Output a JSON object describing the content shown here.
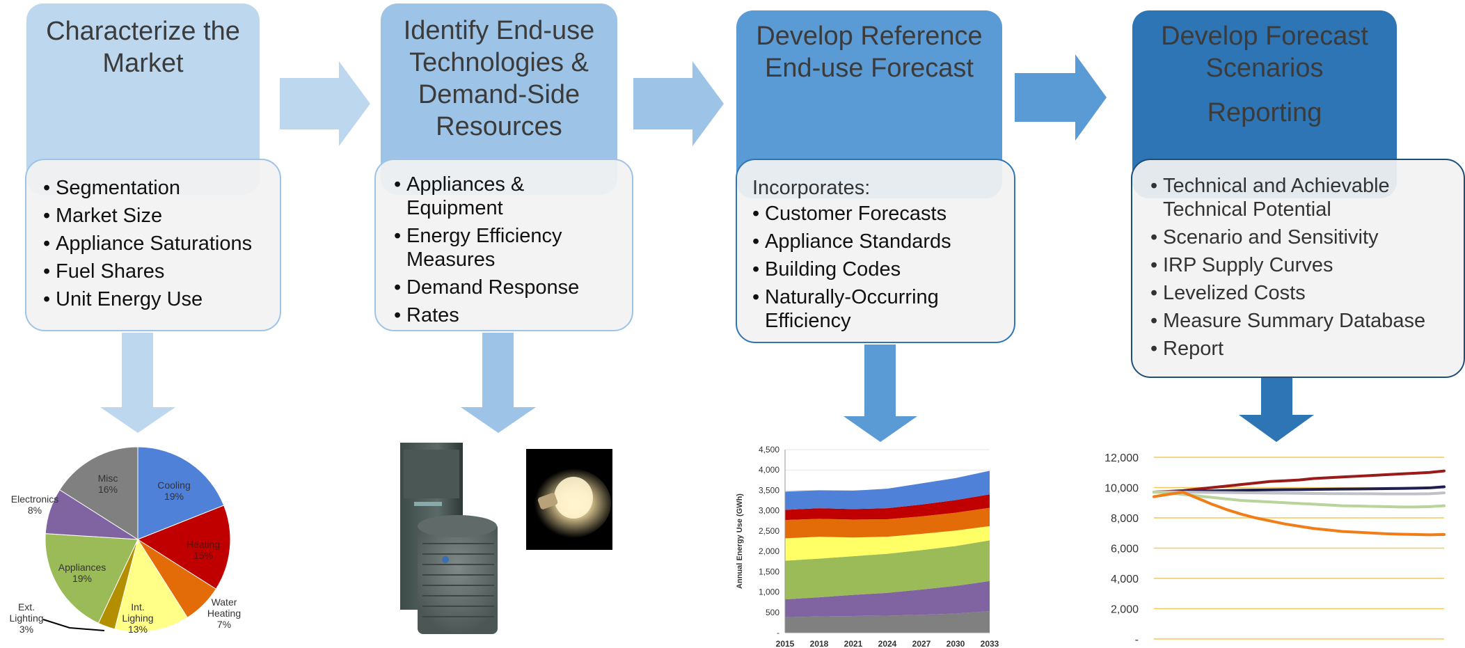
{
  "colors": {
    "stage1": "#bdd7ee",
    "stage2": "#9dc3e6",
    "stage3": "#5b9bd5",
    "stage4": "#2e75b6",
    "card_bg": "#f2f2f2"
  },
  "steps": [
    {
      "title_lines": [
        "Characterize the",
        "Market"
      ],
      "items": [
        "Segmentation",
        "Market Size",
        "Appliance Saturations",
        "Fuel Shares",
        "Unit Energy Use"
      ]
    },
    {
      "title_lines": [
        "Identify End-use",
        "Technologies &",
        "Demand-Side",
        "Resources"
      ],
      "items": [
        "Appliances & Equipment",
        "Energy Efficiency Measures",
        "Demand Response",
        "Rates"
      ]
    },
    {
      "title_lines": [
        "Develop Reference",
        "End-use Forecast"
      ],
      "intro": "Incorporates:",
      "items": [
        "Customer Forecasts",
        "Appliance Standards",
        "Building Codes",
        "Naturally-Occurring Efficiency"
      ]
    },
    {
      "title_lines": [
        "Develop Forecast",
        "Scenarios",
        "Reporting"
      ],
      "items": [
        "Technical and Achievable Technical Potential",
        "Scenario and Sensitivity",
        "IRP Supply Curves",
        "Levelized Costs",
        "Measure Summary Database",
        "Report"
      ]
    }
  ],
  "chart_data": [
    {
      "type": "pie",
      "slices": [
        {
          "label": "Cooling",
          "value": 19,
          "pct": "19%",
          "color": "#4f81d8"
        },
        {
          "label": "Heating",
          "value": 15,
          "pct": "15%",
          "color": "#c00000"
        },
        {
          "label": "Water Heating",
          "value": 7,
          "pct": "7%",
          "color": "#e36c09"
        },
        {
          "label": "Int. Lighing",
          "value": 13,
          "pct": "13%",
          "color": "#ffff88"
        },
        {
          "label": "Ext. Lighting",
          "value": 3,
          "pct": "3%",
          "color": "#b38f00"
        },
        {
          "label": "Appliances",
          "value": 19,
          "pct": "19%",
          "color": "#9bbb59"
        },
        {
          "label": "Electronics",
          "value": 8,
          "pct": "8%",
          "color": "#8064a2"
        },
        {
          "label": "Misc",
          "value": 16,
          "pct": "16%",
          "color": "#808080"
        }
      ]
    },
    {
      "type": "area",
      "x": [
        2015,
        2018,
        2021,
        2024,
        2027,
        2030,
        2033
      ],
      "x_ticks": [
        "2015",
        "2018",
        "2021",
        "2024",
        "2027",
        "2030",
        "2033"
      ],
      "ylabel": "Annual Energy Use (GWh)",
      "y_ticks": [
        0,
        500,
        1000,
        1500,
        2000,
        2500,
        3000,
        3500,
        4000,
        4500
      ],
      "y_tick_labels": [
        "-",
        "500",
        "1,000",
        "1,500",
        "2,000",
        "2,500",
        "3,000",
        "3,500",
        "4,000",
        "4,500"
      ],
      "ylim": [
        0,
        4500
      ],
      "series": [
        {
          "color": "#808080",
          "values": [
            380,
            400,
            410,
            420,
            440,
            470,
            530
          ]
        },
        {
          "color": "#8064a2",
          "values": [
            440,
            470,
            520,
            560,
            620,
            680,
            740
          ]
        },
        {
          "color": "#9bbb59",
          "values": [
            950,
            950,
            950,
            960,
            970,
            980,
            1000
          ]
        },
        {
          "color": "#ffff66",
          "values": [
            550,
            540,
            460,
            420,
            400,
            380,
            350
          ]
        },
        {
          "color": "#e36c09",
          "values": [
            450,
            440,
            440,
            430,
            430,
            440,
            450
          ]
        },
        {
          "color": "#c00000",
          "values": [
            250,
            260,
            260,
            270,
            290,
            310,
            330
          ]
        },
        {
          "color": "#4f81d8",
          "values": [
            450,
            440,
            450,
            480,
            520,
            540,
            580
          ]
        }
      ]
    },
    {
      "type": "line",
      "x": [
        0,
        1,
        2,
        3,
        4,
        5,
        6,
        7,
        8,
        9,
        10,
        11,
        12,
        13,
        14,
        15,
        16,
        17,
        18,
        19,
        20
      ],
      "y_ticks": [
        0,
        2000,
        4000,
        6000,
        8000,
        10000,
        12000
      ],
      "y_tick_labels": [
        "-",
        "2,000",
        "4,000",
        "6,000",
        "8,000",
        "10,000",
        "12,000"
      ],
      "ylim": [
        0,
        12000
      ],
      "series": [
        {
          "color": "#9b1b1b",
          "values": [
            9700,
            9750,
            9800,
            9900,
            10000,
            10100,
            10200,
            10300,
            10400,
            10450,
            10500,
            10600,
            10650,
            10700,
            10750,
            10800,
            10850,
            10900,
            10950,
            11000,
            11100
          ]
        },
        {
          "color": "#1f1f4f",
          "values": [
            9700,
            9720,
            9740,
            9760,
            9780,
            9800,
            9820,
            9840,
            9850,
            9860,
            9870,
            9880,
            9890,
            9900,
            9910,
            9920,
            9930,
            9940,
            9960,
            9980,
            10050
          ]
        },
        {
          "color": "#c0c0c8",
          "values": [
            9700,
            9710,
            9700,
            9690,
            9680,
            9670,
            9660,
            9650,
            9640,
            9630,
            9620,
            9610,
            9600,
            9600,
            9590,
            9590,
            9580,
            9580,
            9580,
            9590,
            9650
          ]
        },
        {
          "color": "#b8d49a",
          "values": [
            9700,
            9650,
            9550,
            9450,
            9350,
            9250,
            9150,
            9100,
            9050,
            9000,
            8950,
            8900,
            8850,
            8800,
            8780,
            8760,
            8740,
            8720,
            8720,
            8740,
            8800
          ]
        },
        {
          "color": "#f07d18",
          "values": [
            9400,
            9550,
            9700,
            9300,
            8900,
            8550,
            8250,
            8000,
            7800,
            7600,
            7450,
            7300,
            7200,
            7100,
            7050,
            7000,
            6950,
            6920,
            6900,
            6880,
            6900
          ]
        }
      ]
    }
  ]
}
